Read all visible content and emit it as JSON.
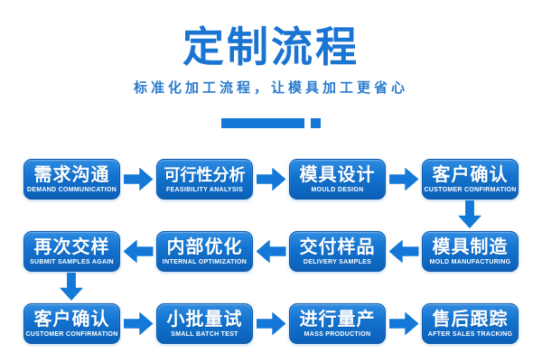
{
  "header": {
    "title": "定制流程",
    "subtitle": "标准化加工流程，让模具加工更省心"
  },
  "colors": {
    "title_blue": "#1a74d2",
    "box_gradient_top": "#2f8ce2",
    "box_gradient_bottom": "#0c60b6",
    "arrow_blue": "#1378d8",
    "background": "#ffffff",
    "box_text": "#ffffff"
  },
  "flow": {
    "rows": [
      {
        "direction": "right",
        "steps": [
          {
            "title": "需求沟通",
            "subtitle": "DEMAND COMMUNICATION"
          },
          {
            "title": "可行性分析",
            "subtitle": "FEASIBILITY ANALYSIS"
          },
          {
            "title": "模具设计",
            "subtitle": "MOULD DESIGN"
          },
          {
            "title": "客户确认",
            "subtitle": "CUSTOMER CONFIRMATION"
          }
        ]
      },
      {
        "direction": "left",
        "steps": [
          {
            "title": "再次交样",
            "subtitle": "SUBMIT SAMPLES AGAIN"
          },
          {
            "title": "内部优化",
            "subtitle": "INTERNAL OPTIMIZATION"
          },
          {
            "title": "交付样品",
            "subtitle": "DELIVERY SAMPLES"
          },
          {
            "title": "模具制造",
            "subtitle": "MOLD MANUFACTURING"
          }
        ]
      },
      {
        "direction": "right",
        "steps": [
          {
            "title": "客户确认",
            "subtitle": "CUSTOMER CONFIRMATION"
          },
          {
            "title": "小批量试",
            "subtitle": "SMALL BATCH TEST"
          },
          {
            "title": "进行量产",
            "subtitle": "MASS PRODUCTION"
          },
          {
            "title": "售后跟踪",
            "subtitle": "AFTER SALES TRACKING"
          }
        ]
      }
    ]
  }
}
